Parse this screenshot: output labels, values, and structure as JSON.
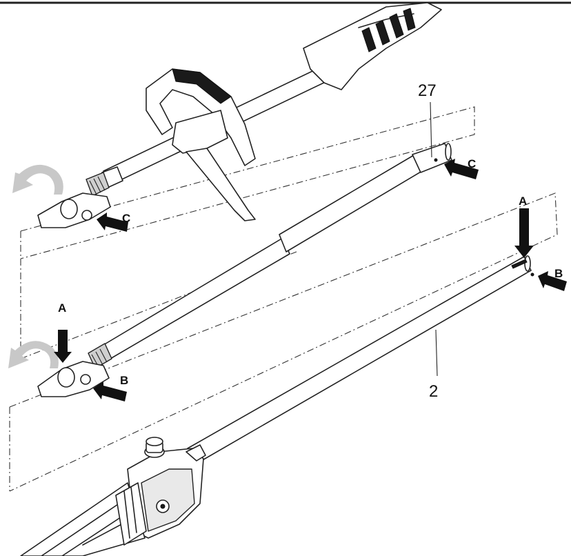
{
  "labels": {
    "part_27": "27",
    "part_2": "2",
    "arrow_a": "A",
    "arrow_b": "B",
    "arrow_c": "C"
  },
  "colors": {
    "line": "#222222",
    "arrow": "#111111",
    "rotation_arrow": "#c8c8c8",
    "background": "#ffffff"
  }
}
